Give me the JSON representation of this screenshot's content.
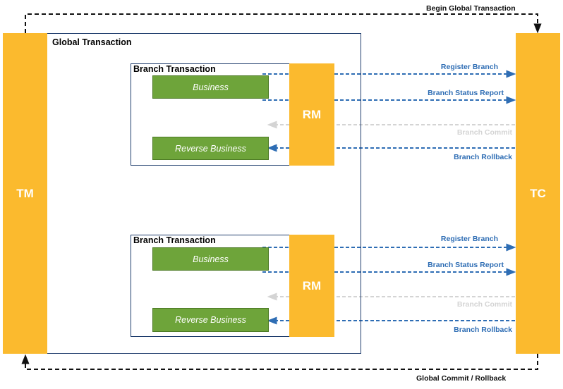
{
  "diagram": {
    "begin_label": "Begin Global Transaction",
    "end_label": "Global Commit / Rollback",
    "tm_label": "TM",
    "tc_label": "TC",
    "global_transaction_label": "Global Transaction",
    "branches": [
      {
        "title": "Branch Transaction",
        "business_label": "Business",
        "reverse_label": "Reverse Business",
        "rm_label": "RM",
        "messages": [
          "Register Branch",
          "Branch Status Report",
          "Branch Commit",
          "Branch Rollback"
        ]
      },
      {
        "title": "Branch Transaction",
        "business_label": "Business",
        "reverse_label": "Reverse Business",
        "rm_label": "RM",
        "messages": [
          "Register Branch",
          "Branch Status Report",
          "Branch Commit",
          "Branch Rollback"
        ]
      }
    ],
    "colors": {
      "role_box": "#FBBA2E",
      "business_box": "#6EA43A",
      "message_arrow": "#2E6DB4",
      "inactive_message": "#D4D4D4",
      "frame": "#1F3D6D"
    }
  }
}
